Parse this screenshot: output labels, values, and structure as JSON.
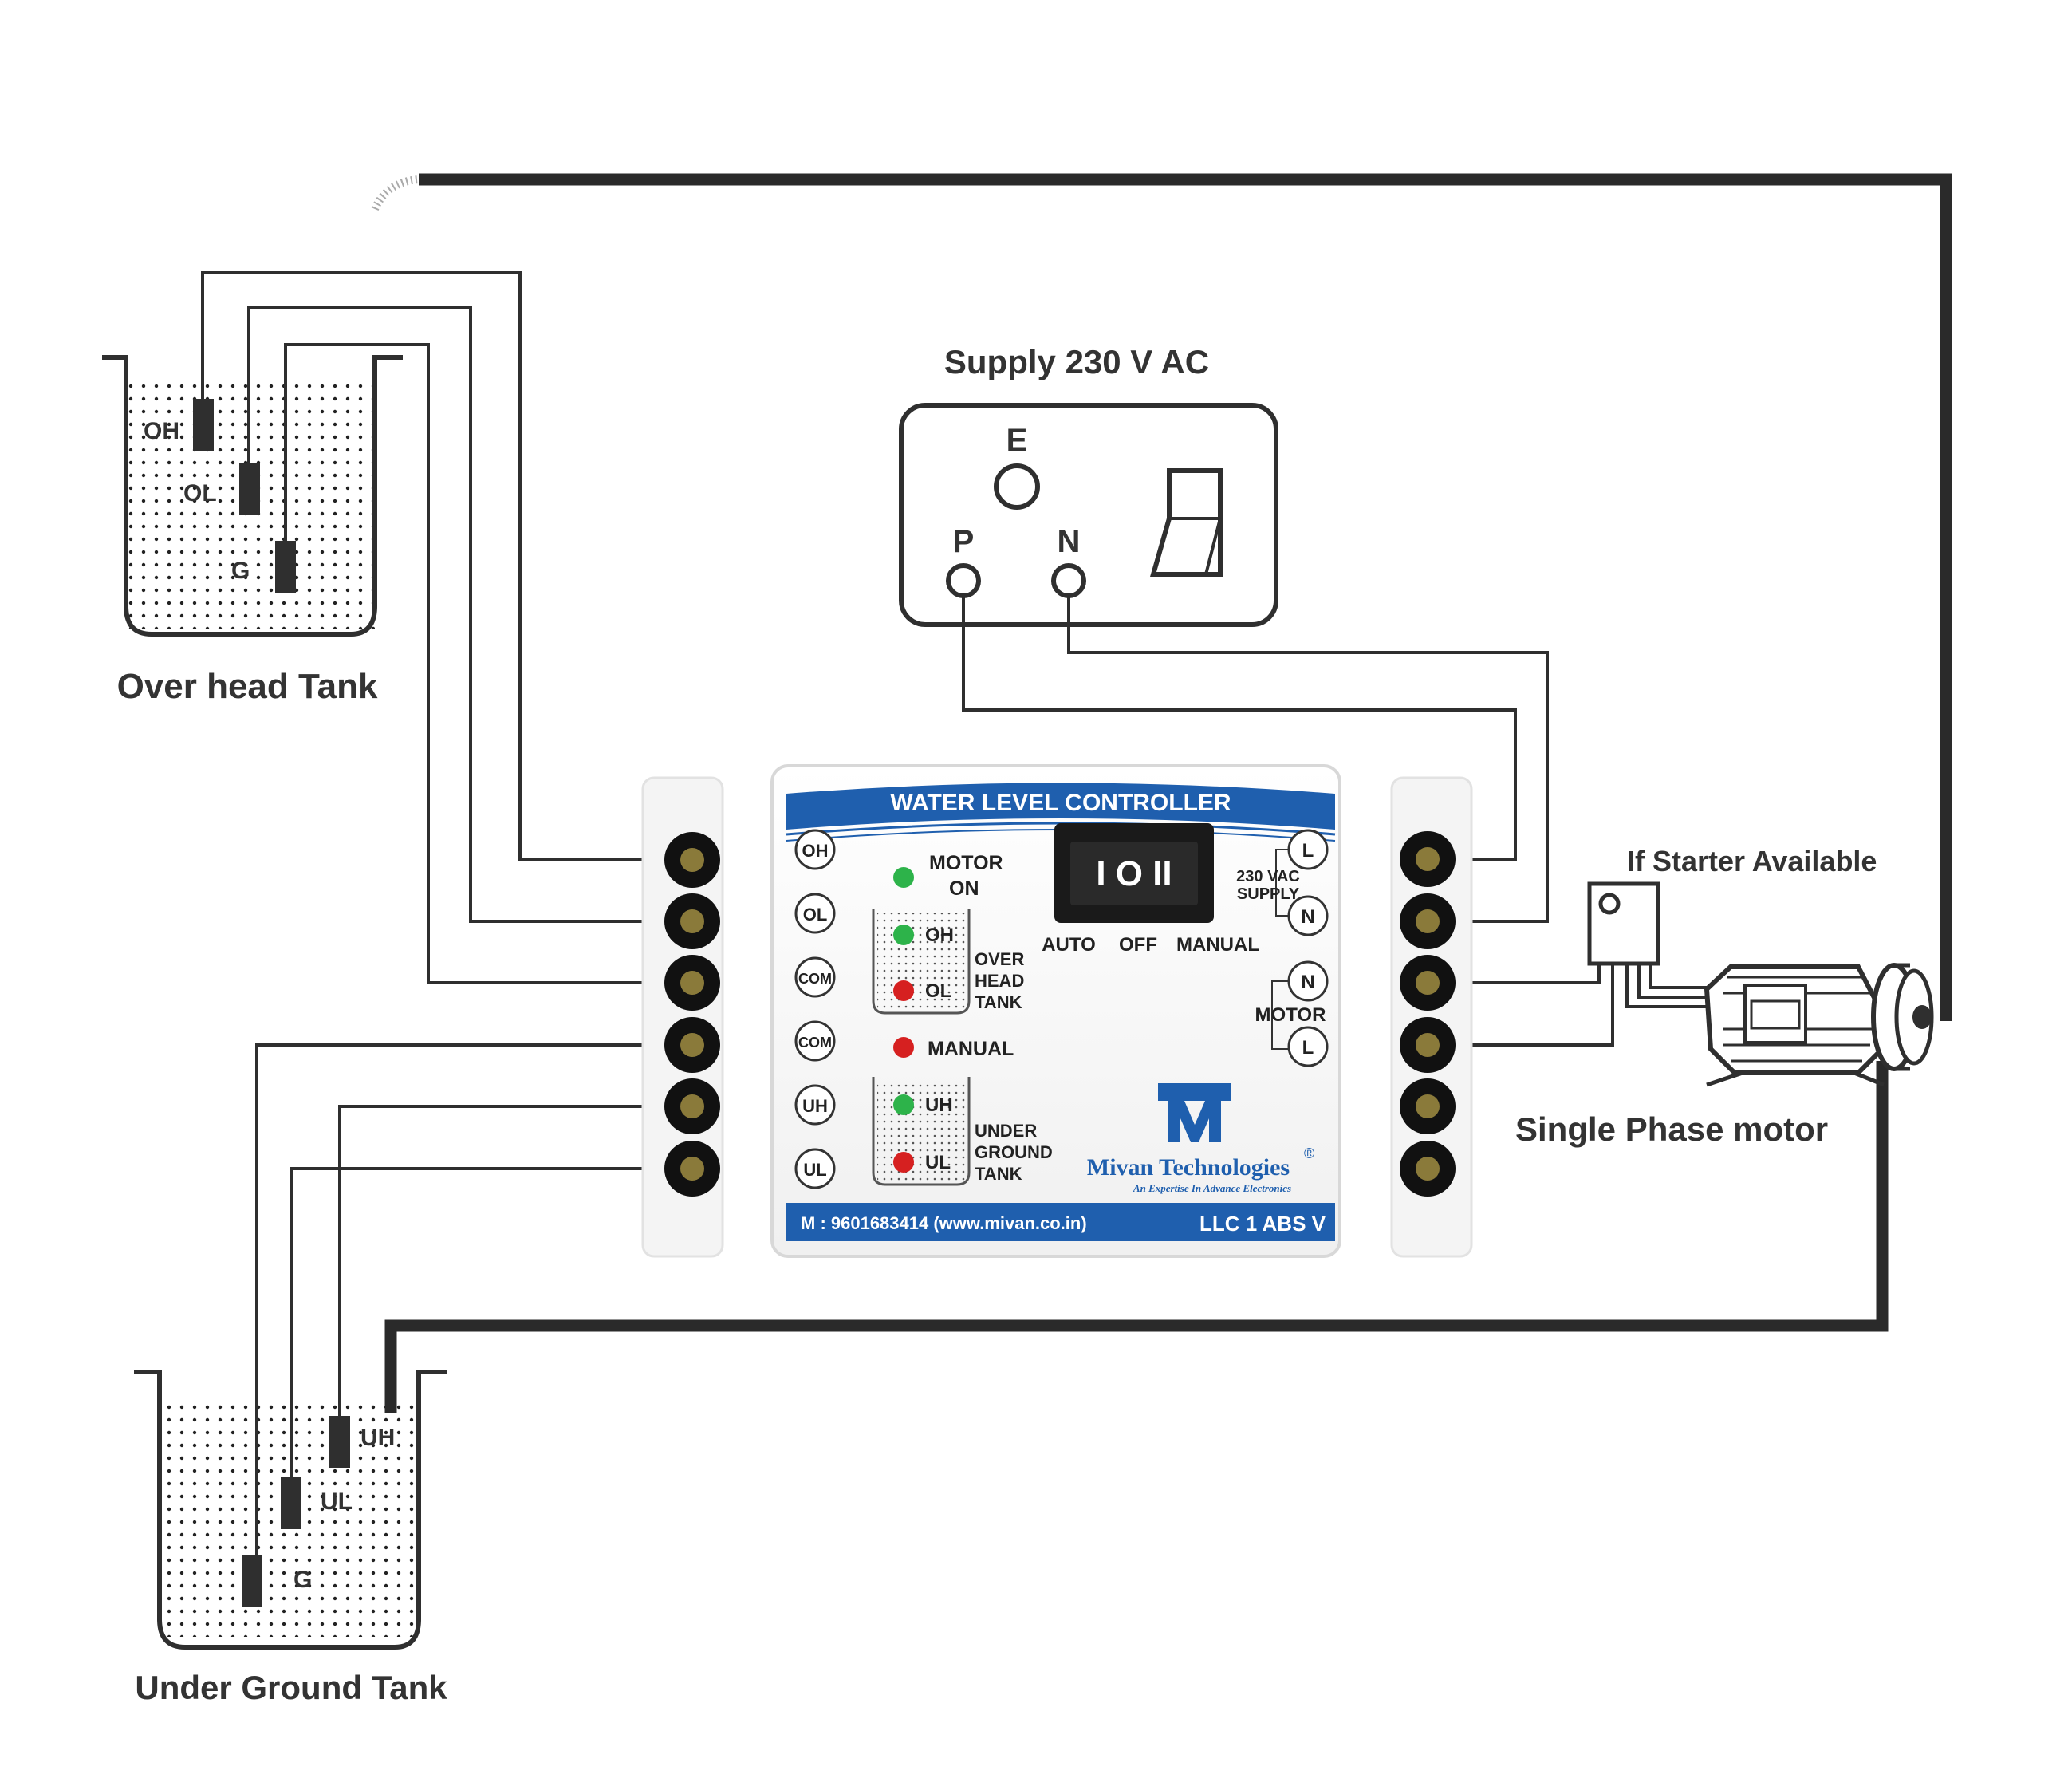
{
  "overhead_tank": {
    "title": "Over head Tank",
    "probes": [
      "OH",
      "OL",
      "G"
    ]
  },
  "underground_tank": {
    "title": "Under Ground Tank",
    "probes": [
      "UH",
      "UL",
      "G"
    ]
  },
  "supply": {
    "title": "Supply 230 V AC",
    "pins": [
      "E",
      "P",
      "N"
    ]
  },
  "starter": {
    "label": "If Starter Available"
  },
  "motor": {
    "label": "Single Phase motor"
  },
  "controller": {
    "header": "WATER LEVEL CONTROLLER",
    "left_terminals": [
      "OH",
      "OL",
      "COM",
      "COM",
      "UH",
      "UL"
    ],
    "motor_on": [
      "MOTOR",
      "ON"
    ],
    "oh_led": "OH",
    "ol_led": "OL",
    "overhead_label": [
      "OVER",
      "HEAD",
      "TANK"
    ],
    "manual_led": "MANUAL",
    "uh_led": "UH",
    "ul_led": "UL",
    "underground_label": [
      "UNDER",
      "GROUND",
      "TANK"
    ],
    "switch_symbols": "I O II",
    "switch_modes": [
      "AUTO",
      "OFF",
      "MANUAL"
    ],
    "supply_label": [
      "230 VAC",
      "SUPPLY"
    ],
    "supply_terminals": [
      "L",
      "N"
    ],
    "motor_label": "MOTOR",
    "motor_terminals": [
      "N",
      "L"
    ],
    "brand": "Mivan Technologies",
    "registered": "®",
    "tagline": "An Expertise In Advance Electronics",
    "footer_contact": "M : 9601683414 (www.mivan.co.in)",
    "model": "LLC 1 ABS V"
  },
  "colors": {
    "wire": "#2f2f2f",
    "controller_blue": "#1f5fae",
    "led_green": "#2db34a",
    "led_red": "#d62020"
  }
}
